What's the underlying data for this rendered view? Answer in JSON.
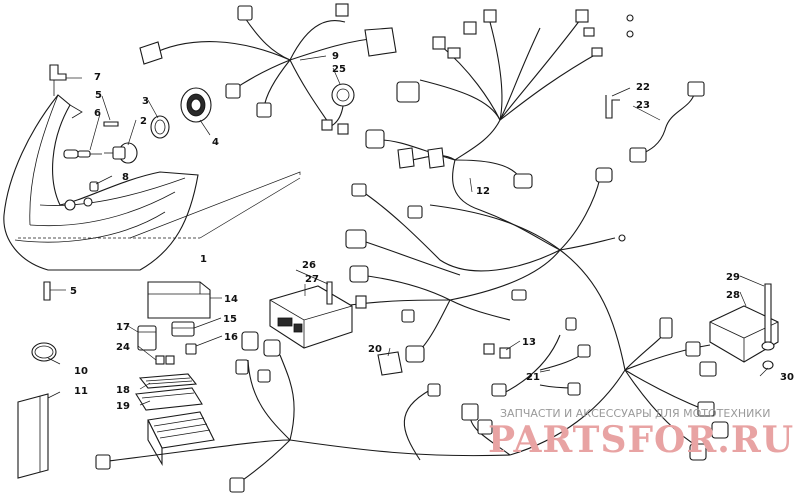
{
  "callouts": [
    {
      "id": "c1",
      "label": "1"
    },
    {
      "id": "c2",
      "label": "2"
    },
    {
      "id": "c3",
      "label": "3"
    },
    {
      "id": "c4",
      "label": "4"
    },
    {
      "id": "c5a",
      "label": "5"
    },
    {
      "id": "c5b",
      "label": "5"
    },
    {
      "id": "c6",
      "label": "6"
    },
    {
      "id": "c7",
      "label": "7"
    },
    {
      "id": "c8",
      "label": "8"
    },
    {
      "id": "c9",
      "label": "9"
    },
    {
      "id": "c10",
      "label": "10"
    },
    {
      "id": "c11",
      "label": "11"
    },
    {
      "id": "c12",
      "label": "12"
    },
    {
      "id": "c13",
      "label": "13"
    },
    {
      "id": "c14",
      "label": "14"
    },
    {
      "id": "c15",
      "label": "15"
    },
    {
      "id": "c16",
      "label": "16"
    },
    {
      "id": "c17",
      "label": "17"
    },
    {
      "id": "c18",
      "label": "18"
    },
    {
      "id": "c19",
      "label": "19"
    },
    {
      "id": "c20",
      "label": "20"
    },
    {
      "id": "c21",
      "label": "21"
    },
    {
      "id": "c22",
      "label": "22"
    },
    {
      "id": "c23",
      "label": "23"
    },
    {
      "id": "c24",
      "label": "24"
    },
    {
      "id": "c25",
      "label": "25"
    },
    {
      "id": "c26",
      "label": "26"
    },
    {
      "id": "c27",
      "label": "27"
    },
    {
      "id": "c28",
      "label": "28"
    },
    {
      "id": "c29",
      "label": "29"
    },
    {
      "id": "c30",
      "label": "30"
    }
  ],
  "watermark": {
    "line1": "ЗАПЧАСТИ И АКСЕССУАРЫ ДЛЯ МОТОТЕХНИКИ",
    "line2": "PARTSFOR.RU"
  }
}
